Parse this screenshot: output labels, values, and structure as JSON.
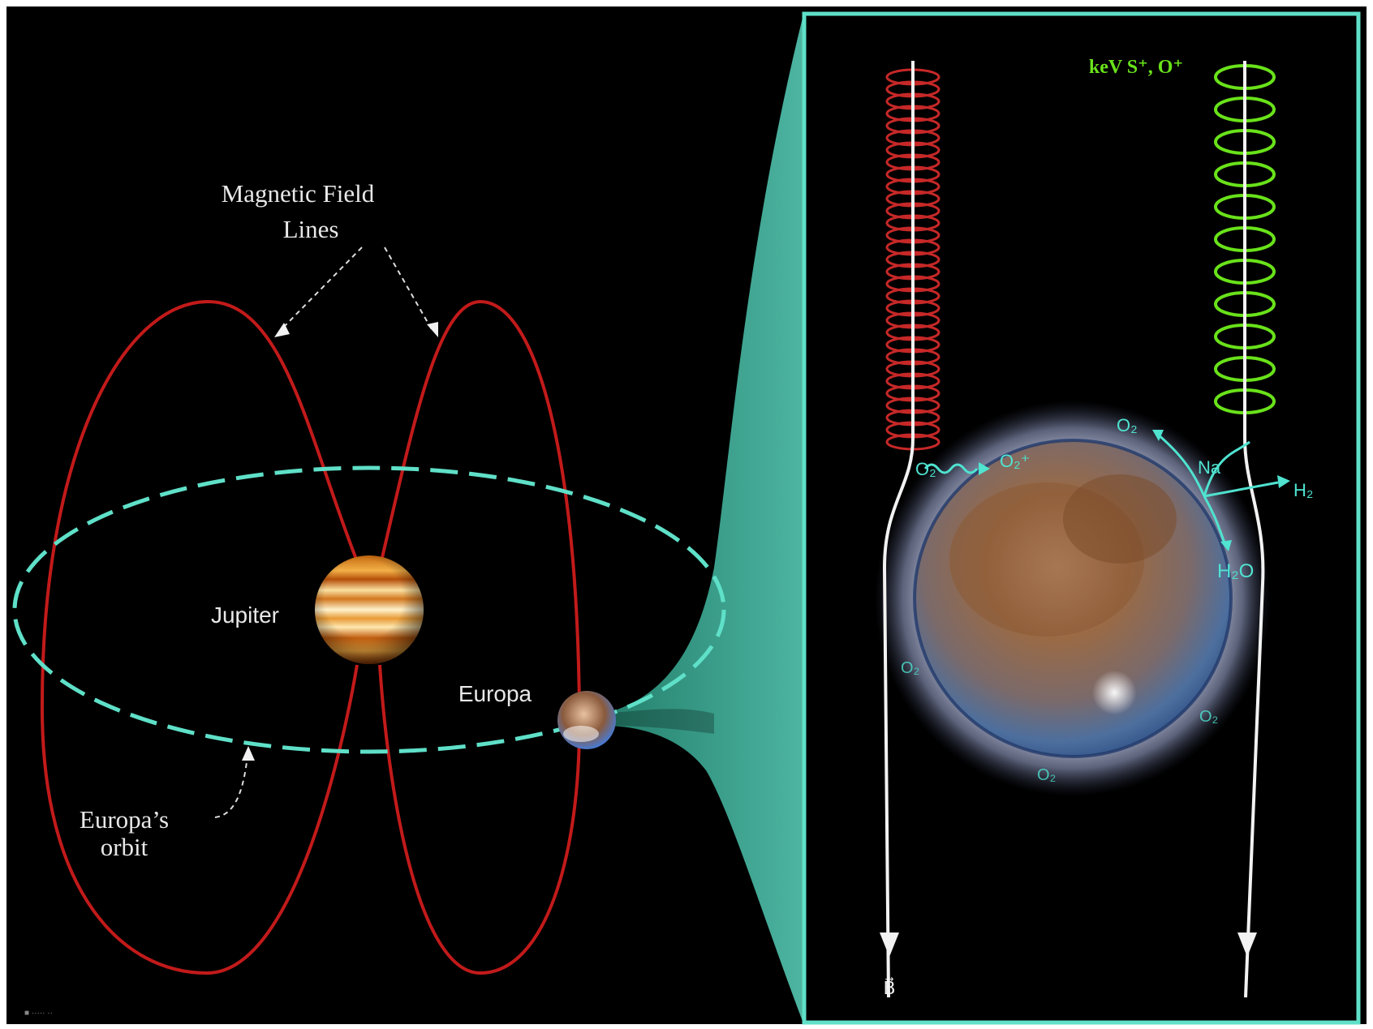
{
  "labels": {
    "magnetic_field_lines_1": "Magnetic Field",
    "magnetic_field_lines_2": "Lines",
    "jupiter": "Jupiter",
    "europa": "Europa",
    "europas_orbit_1": "Europa’s",
    "europas_orbit_2": "orbit",
    "kev_ions": "keV S⁺, O⁺",
    "b_field": "B⃗",
    "o2_plus": "O₂⁺",
    "o2_ring": "O₂",
    "o2_out": "O₂",
    "na": "Na",
    "h2": "H₂",
    "h2o": "H₂O",
    "o2_lower_left": "O₂",
    "o2_lower_right": "O₂",
    "o2_bottom": "O₂",
    "credit": "■ ····· ··"
  },
  "colors": {
    "background": "#000000",
    "field_line": "#c21a1a",
    "orbit": "#5fe0c8",
    "inset_border": "#5fe0c8",
    "helix_red": "#c62828",
    "helix_green": "#69e21a",
    "field_arrow": "#f2f2f2",
    "chem_label": "#4fe3d0"
  }
}
